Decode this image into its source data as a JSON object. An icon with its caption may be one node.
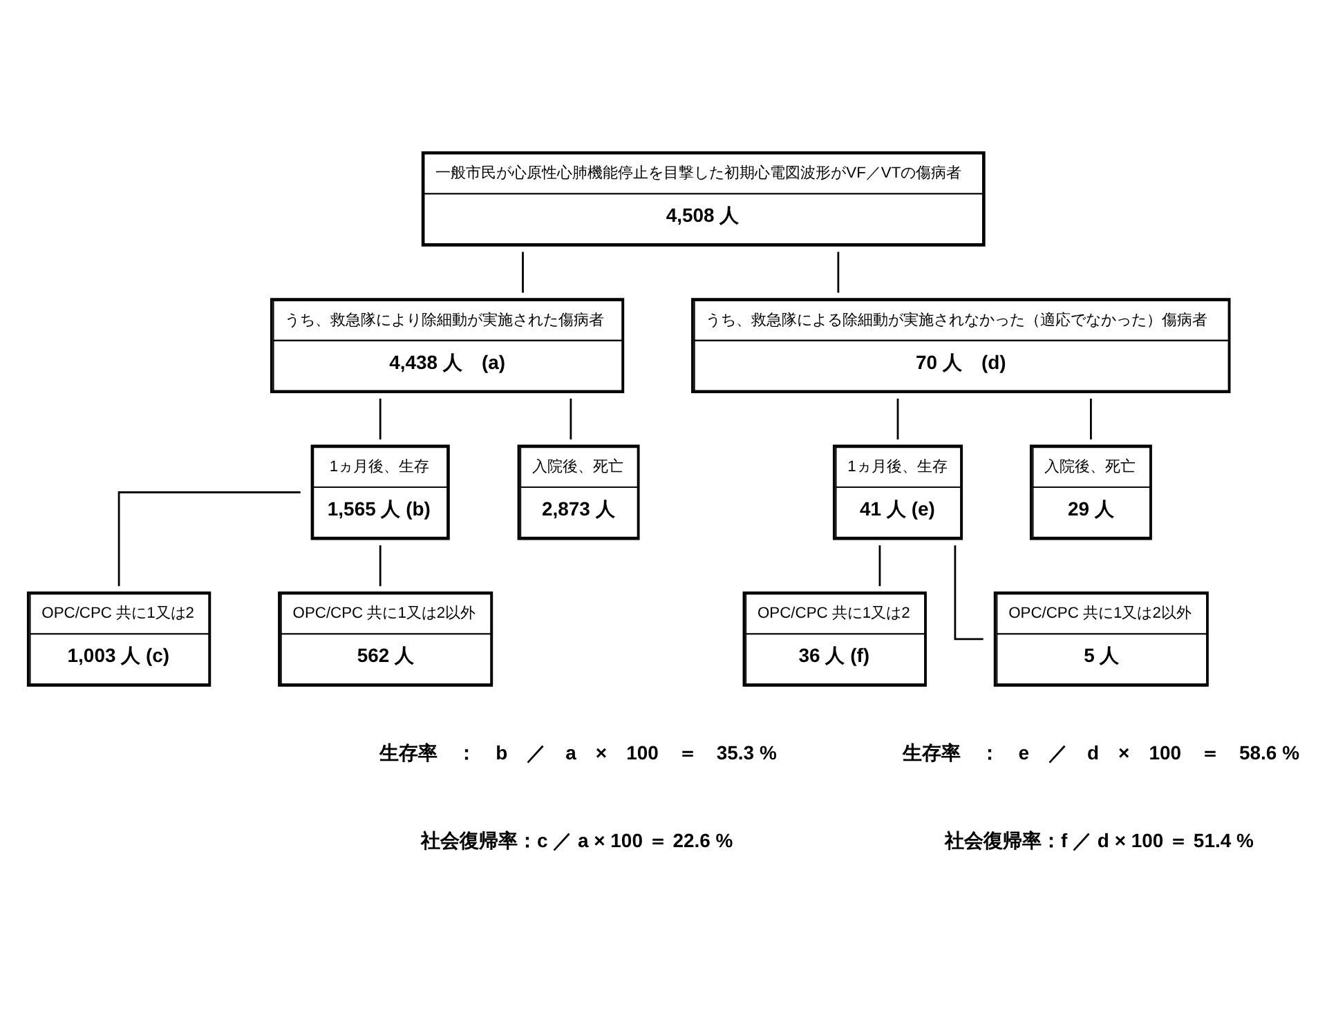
{
  "diagram": {
    "nodes": [
      {
        "text": [
          "一般市民が心原性心肺機能停止を目撃した初期心電図波形がVF／VTの傷病者",
          "4,508 人"
        ]
      },
      {
        "text": [
          "うち、救急隊により除細動が実施された傷病者",
          "4,438 人　(a)"
        ]
      },
      {
        "text": [
          "うち、救急隊による除細動が実施されなかった（適応でなかった）傷病者",
          "70 人　(d)"
        ]
      },
      {
        "text": [
          "1ヵ月後、生存",
          "1,565 人 (b)"
        ]
      },
      {
        "text": [
          "入院後、死亡",
          "2,873 人"
        ]
      },
      {
        "text": [
          "1ヵ月後、生存",
          "41 人 (e)"
        ]
      },
      {
        "text": [
          "入院後、死亡",
          "29 人"
        ]
      },
      {
        "text": [
          "OPC/CPC 共に1又は2",
          "1,003 人 (c)"
        ]
      },
      {
        "text": [
          "OPC/CPC 共に1又は2以外",
          "562 人"
        ]
      },
      {
        "text": [
          "OPC/CPC 共に1又は2",
          "36 人 (f)"
        ]
      },
      {
        "text": [
          "OPC/CPC 共に1又は2以外",
          "5 人"
        ]
      }
    ],
    "edges": [
      {
        "from": 0,
        "to": 1,
        "arrow": "none"
      },
      {
        "from": 0,
        "to": 2,
        "arrow": "none"
      },
      {
        "from": 1,
        "to": 3,
        "arrow": "none"
      },
      {
        "from": 1,
        "to": 4,
        "arrow": "none"
      },
      {
        "from": 2,
        "to": 5,
        "arrow": "none"
      },
      {
        "from": 2,
        "to": 6,
        "arrow": "none"
      },
      {
        "from": 3,
        "to": 7,
        "arrow": "none"
      },
      {
        "from": 3,
        "to": 8,
        "arrow": "none"
      },
      {
        "from": 5,
        "to": 9,
        "arrow": "none"
      },
      {
        "from": 5,
        "to": 10,
        "arrow": "none"
      }
    ],
    "labels": [
      "生存率　：　b　／　a　×　100　＝　35.3 %",
      "生存率　：　e　／　d　×　100　＝　58.6 %",
      "社会復帰率：c ／ a × 100 ＝ 22.6 %",
      "社会復帰率：f ／ d × 100 ＝ 51.4 %"
    ]
  }
}
